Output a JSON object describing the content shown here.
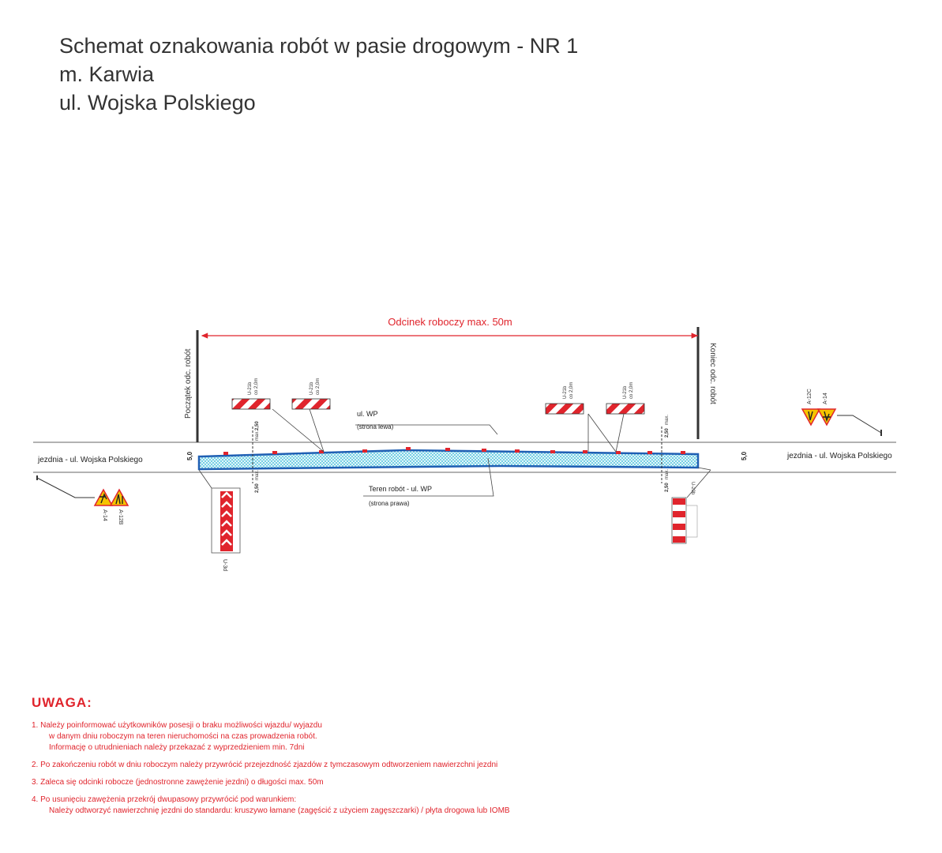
{
  "title": {
    "line1": "Schemat oznakowania robót w pasie drogowym - NR 1",
    "line2": "m. Karwia",
    "line3": "ul. Wojska Polskiego"
  },
  "diagram": {
    "span_label": "Odcinek roboczy max. 50m",
    "start_label": "Początek odc. robót",
    "end_label": "Koniec odc. robót",
    "road_label_left": "jezdnia - ul. Wojska Polskiego",
    "road_label_right": "jezdnia - ul. Wojska Polskiego",
    "lane_width_left": "5,0",
    "lane_width_right": "5,0",
    "dim_max": "max.",
    "dim_value": "2,50",
    "label_wp": "ul. WP",
    "label_wp_side": "(strona lewa)",
    "label_work": "Teren robót - ul. WP",
    "label_work_side": "(strona prawa)",
    "sign_u21b_a": "U-21b",
    "sign_u21b_spacing": "co 2,0m",
    "sign_u3d": "U-3d",
    "sign_u20b": "U-20b",
    "sign_a14": "A-14",
    "sign_a12b": "A-12B",
    "sign_a12c": "A-12C",
    "colors": {
      "red": "#e0242c",
      "blue": "#1f5fb3",
      "hatch": "#7fd3e8",
      "warning": "#f5c400"
    }
  },
  "notes": {
    "heading": "UWAGA:",
    "n1_a": "1. Należy poinformować użytkowników posesji o braku możliwości wjazdu/ wyjazdu",
    "n1_b": "w danym dniu roboczym na teren nieruchomości na czas prowadzenia robót.",
    "n1_c": "Informację o utrudnieniach należy przekazać z wyprzedzieniem min. 7dni",
    "n2": "2. Po zakończeniu robót w dniu roboczym należy przywrócić przejezdność zjazdów z tymczasowym odtworzeniem nawierzchni jezdni",
    "n3": "3. Zaleca się odcinki robocze (jednostronne zawężenie jezdni) o długości max. 50m",
    "n4_a": "4. Po usunięciu zawężenia przekrój dwupasowy przywrócić pod warunkiem:",
    "n4_b": "Należy odtworzyć nawierzchnię jezdni do standardu: kruszywo łamane (zagęścić z użyciem zagęszczarki) / płyta drogowa lub IOMB"
  }
}
